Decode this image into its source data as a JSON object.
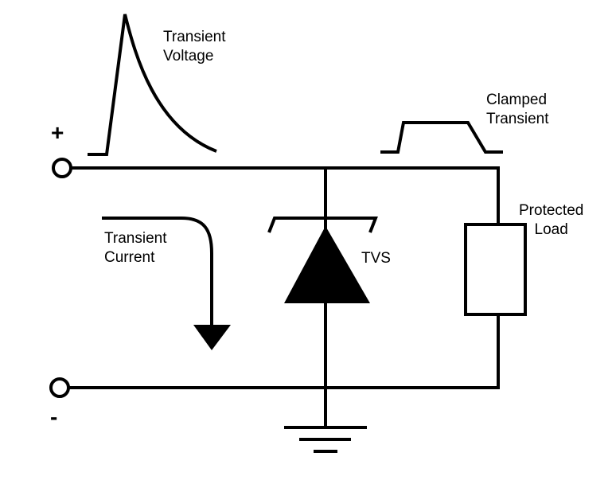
{
  "labels": {
    "transient_voltage_line1": "Transient",
    "transient_voltage_line2": "Voltage",
    "clamped_transient_line1": "Clamped",
    "clamped_transient_line2": "Transient",
    "protected_load_line1": "Protected",
    "protected_load_line2": "Load",
    "transient_current_line1": "Transient",
    "transient_current_line2": "Current",
    "tvs": "TVS",
    "plus": "+",
    "minus": "-"
  },
  "colors": {
    "stroke": "#000000",
    "background": "#ffffff"
  }
}
